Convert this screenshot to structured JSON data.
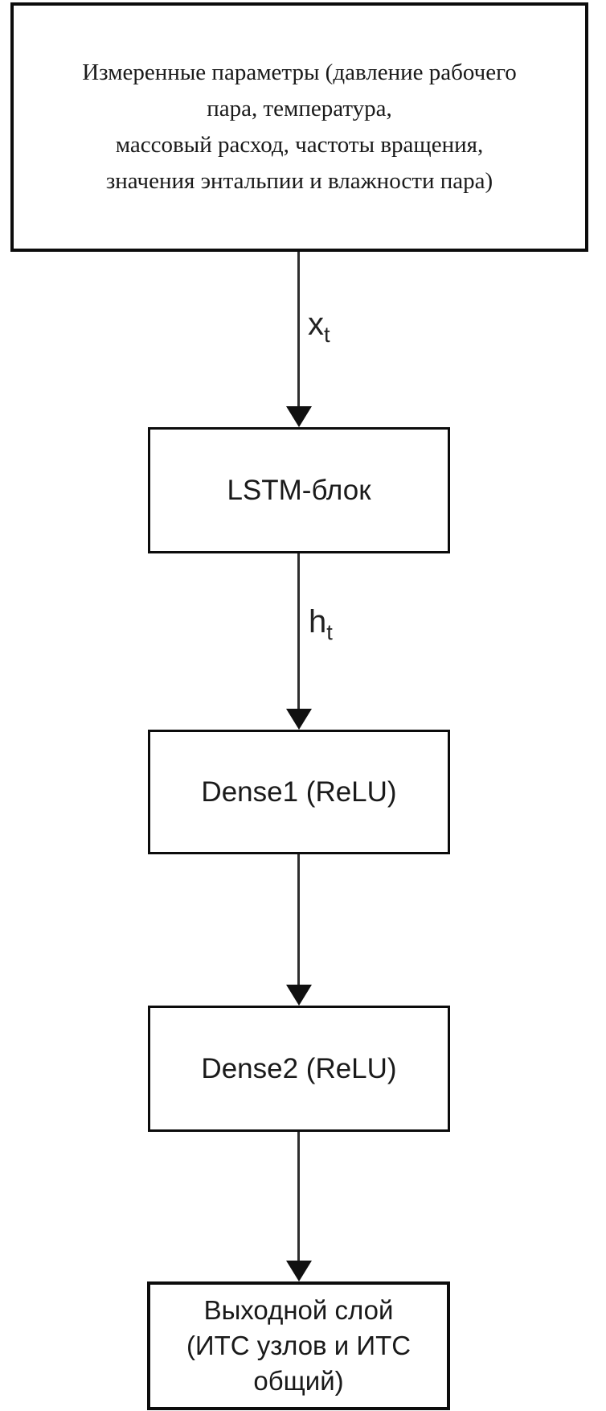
{
  "diagram": {
    "colors": {
      "background": "#ffffff",
      "node_fill": "#ffffff",
      "node_border": "#0c0c0c",
      "arrow": "#1a1a1a",
      "text": "#1a1a1a"
    },
    "nodes": {
      "measured_params": {
        "lines": [
          "Измеренные параметры (давление рабочего",
          "пара, температура,",
          "массовый расход, частоты вращения,",
          "значения энтальпии и влажности пара)"
        ]
      },
      "lstm": {
        "label": "LSTM-блок"
      },
      "dense1": {
        "label": "Dense1 (ReLU)"
      },
      "dense2": {
        "label": "Dense2 (ReLU)"
      },
      "output": {
        "lines": [
          "Выходной слой",
          "(ИТС узлов и ИТС",
          "общий)"
        ]
      }
    },
    "edges": {
      "input_to_lstm": {
        "label_base": "x",
        "label_sub": "t"
      },
      "lstm_to_dense1": {
        "label_base": "h",
        "label_sub": "t"
      }
    }
  }
}
